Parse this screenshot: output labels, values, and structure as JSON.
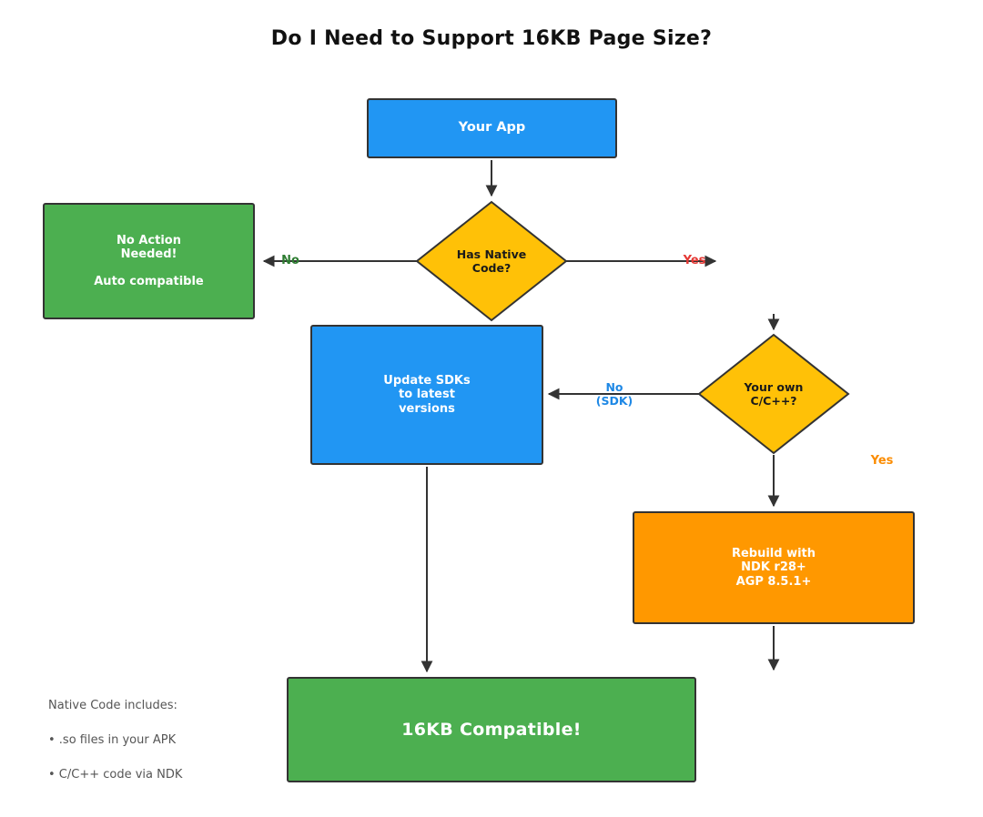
{
  "title": "Do I Need to Support 16KB Page Size?",
  "nodes": {
    "your_app": {
      "label": "Your App"
    },
    "has_native": {
      "lines": [
        "Has Native",
        "Code?"
      ]
    },
    "no_action": {
      "lines": [
        "No Action",
        "Needed!"
      ],
      "sub": "Auto compatible"
    },
    "update_sdks": {
      "lines": [
        "Update SDKs",
        "to latest",
        "versions"
      ]
    },
    "your_own": {
      "lines": [
        "Your own",
        "C/C++?"
      ]
    },
    "rebuild": {
      "lines": [
        "Rebuild with",
        "NDK r28+",
        "AGP 8.5.1+"
      ]
    },
    "compatible": {
      "label": "16KB Compatible!"
    }
  },
  "edge_labels": {
    "no1": "No",
    "yes1": "Yes",
    "no2": [
      "No",
      "(SDK)"
    ],
    "yes2": "Yes"
  },
  "notes": {
    "heading": "Native Code includes:",
    "items": [
      "• .so files in your APK",
      "• C/C++ code via NDK"
    ]
  },
  "colors": {
    "node_blue": "#2196F3",
    "node_green": "#4CAF50",
    "diamond_amber": "#FFC107",
    "node_orange": "#FF9800",
    "edge": "#333333",
    "label_no": "#2E7D32",
    "label_yes": "#E53935",
    "label_no_sdk": "#1E88E5",
    "label_yes2": "#FB8C00",
    "notes_gray": "#555555"
  }
}
